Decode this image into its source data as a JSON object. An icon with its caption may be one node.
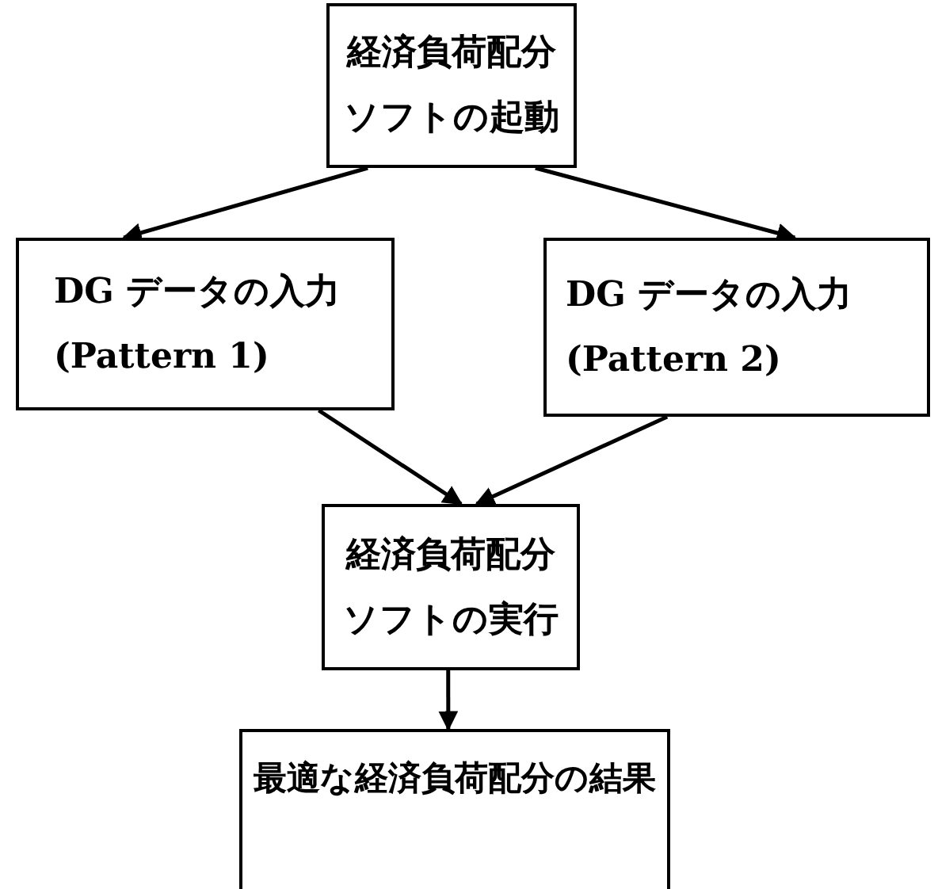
{
  "diagram": {
    "nodes": [
      {
        "text": [
          "経済負荷配分ソフトの起動"
        ]
      },
      {
        "text": [
          "DG データの入力 (Pattern 1)"
        ]
      },
      {
        "text": [
          "DG データの入力 (Pattern 2)"
        ]
      },
      {
        "text": [
          "経済負荷配分ソフトの実行"
        ]
      },
      {
        "text": [
          "最適な経済負荷配分の結果"
        ]
      }
    ],
    "edges": [
      {
        "from": 0,
        "to": 1,
        "arrow": "to"
      },
      {
        "from": 0,
        "to": 2,
        "arrow": "to"
      },
      {
        "from": 1,
        "to": 3,
        "arrow": "to"
      },
      {
        "from": 2,
        "to": 3,
        "arrow": "to"
      },
      {
        "from": 3,
        "to": 4,
        "arrow": "to"
      }
    ]
  }
}
